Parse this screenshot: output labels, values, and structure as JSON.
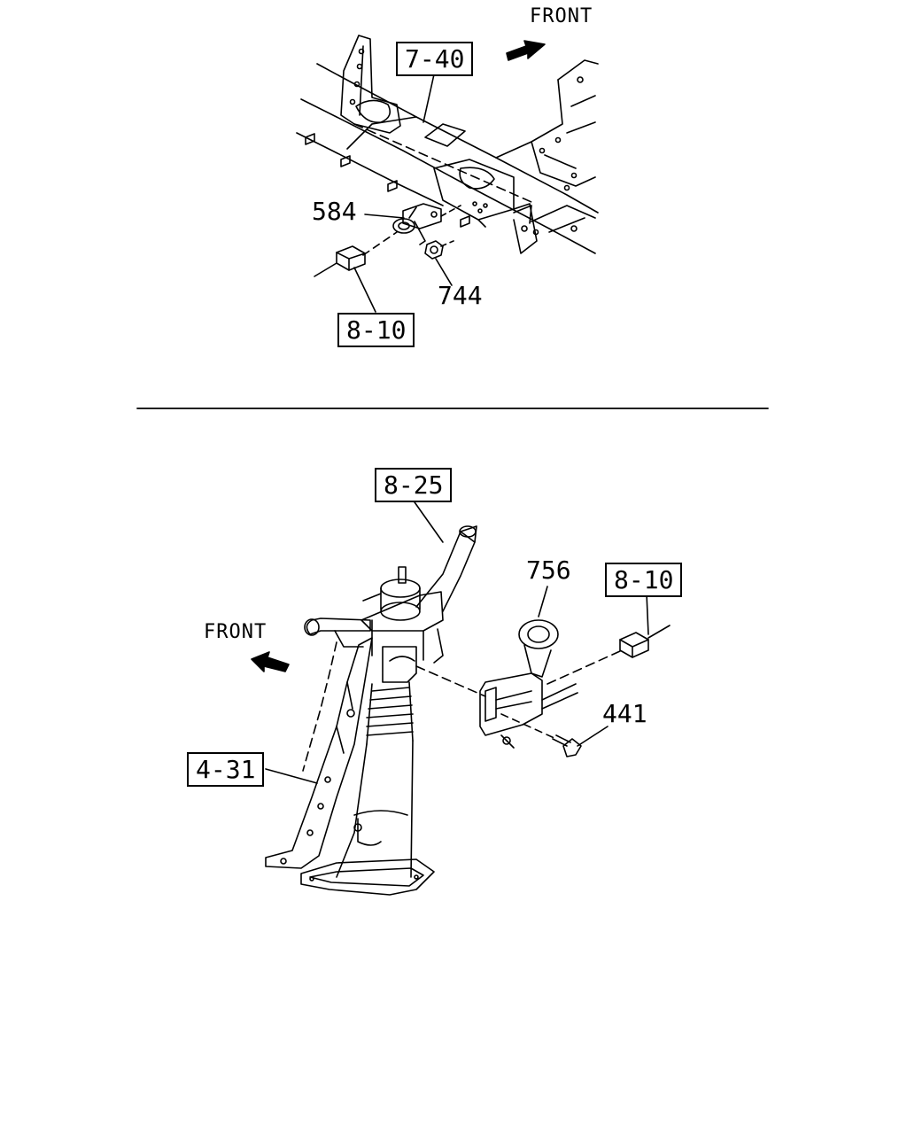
{
  "top_view": {
    "front_label": "FRONT",
    "ref_boxes": {
      "frame": "7-40",
      "connector": "8-10"
    },
    "parts": {
      "sensor_bracket": "584",
      "nut": "744"
    }
  },
  "bottom_view": {
    "front_label": "FRONT",
    "ref_boxes": {
      "lever": "8-25",
      "connector": "8-10",
      "column": "4-31"
    },
    "parts": {
      "sensor": "756",
      "bolt": "441"
    }
  }
}
